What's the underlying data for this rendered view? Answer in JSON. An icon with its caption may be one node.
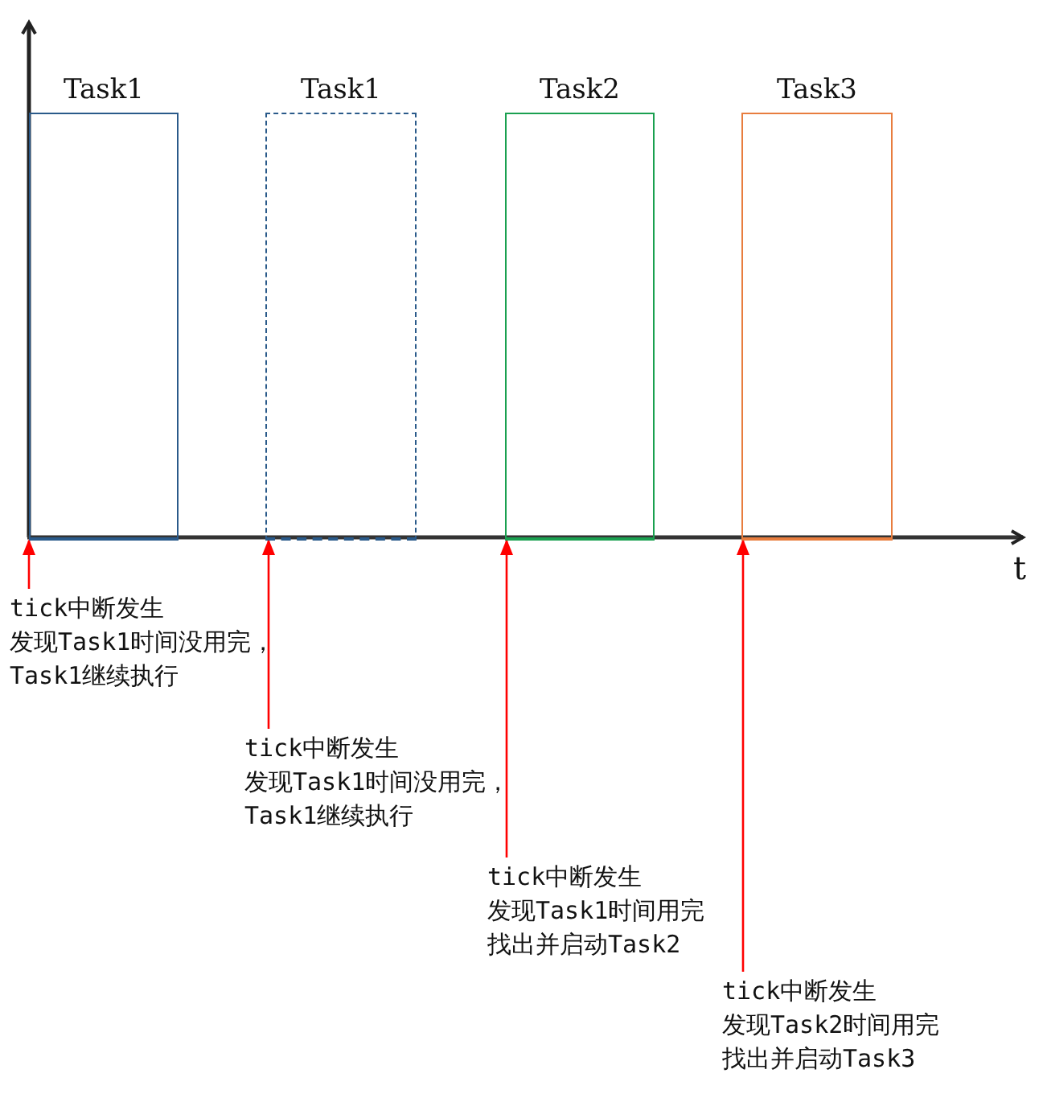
{
  "diagram": {
    "nodes": [
      {
        "text": [
          "Task1"
        ]
      },
      {
        "text": [
          "Task1"
        ]
      },
      {
        "text": [
          "Task2"
        ]
      },
      {
        "text": [
          "Task3"
        ]
      },
      {
        "text": [
          "tick中断发生",
          "发现Task1时间没用完，",
          "Task1继续执行"
        ]
      },
      {
        "text": [
          "tick中断发生",
          "发现Task1时间没用完，",
          "Task1继续执行"
        ]
      },
      {
        "text": [
          "tick中断发生",
          "发现Task1时间用完",
          "找出并启动Task2"
        ]
      },
      {
        "text": [
          "tick中断发生",
          "发现Task2时间用完",
          "找出并启动Task3"
        ]
      }
    ],
    "edges": [
      {
        "from": 4,
        "to": 0,
        "arrow": "to",
        "color": "#ff0000"
      },
      {
        "from": 5,
        "to": 1,
        "arrow": "to",
        "color": "#ff0000"
      },
      {
        "from": 6,
        "to": 2,
        "arrow": "to",
        "color": "#ff0000"
      },
      {
        "from": 7,
        "to": 3,
        "arrow": "to",
        "color": "#ff0000"
      }
    ],
    "labels": [
      "t"
    ]
  }
}
